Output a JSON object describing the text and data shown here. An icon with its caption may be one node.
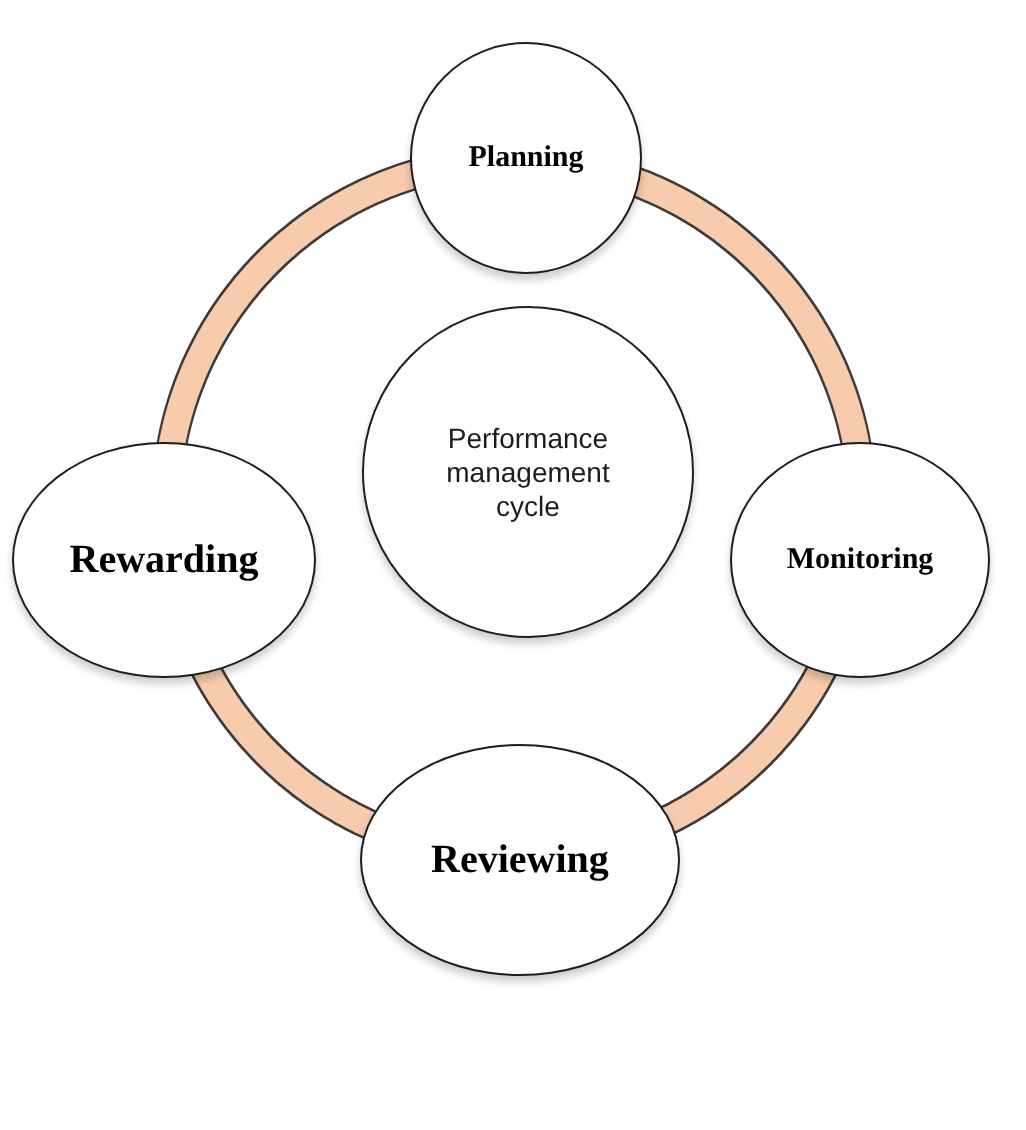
{
  "diagram": {
    "nodes": [
      {
        "text": [
          "Planning"
        ]
      },
      {
        "text": [
          "Performance management cycle"
        ]
      },
      {
        "text": [
          "Rewarding"
        ]
      },
      {
        "text": [
          "Monitoring"
        ]
      },
      {
        "text": [
          "Reviewing"
        ]
      }
    ],
    "edges": [
      {
        "from": 0,
        "to": 3,
        "arrow": "none"
      },
      {
        "from": 3,
        "to": 4,
        "arrow": "none"
      },
      {
        "from": 4,
        "to": 2,
        "arrow": "none"
      },
      {
        "from": 2,
        "to": 0,
        "arrow": "none"
      }
    ]
  }
}
